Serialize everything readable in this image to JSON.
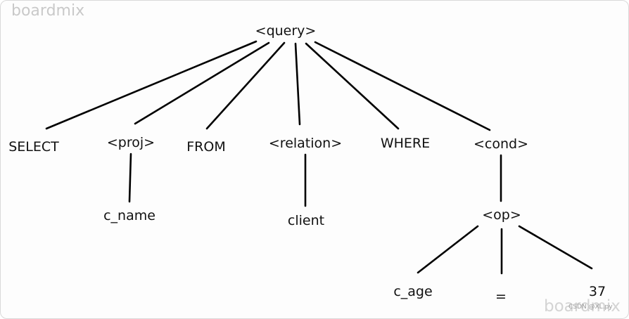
{
  "watermark": {
    "top_left": "boardmix",
    "bottom_right": "boardmix",
    "credit": "CSDN @XL.py"
  },
  "colors": {
    "line": "#000000",
    "text": "#111111",
    "watermark": "#c9c9c9"
  },
  "tree": {
    "root": "<query>",
    "children": {
      "select": "SELECT",
      "proj": "<proj>",
      "proj_child": "c_name",
      "from": "FROM",
      "relation": "<relation>",
      "relation_child": "client",
      "where": "WHERE",
      "cond": "<cond>",
      "op": "<op>",
      "op_left": "c_age",
      "op_mid": "=",
      "op_right": "37"
    }
  }
}
